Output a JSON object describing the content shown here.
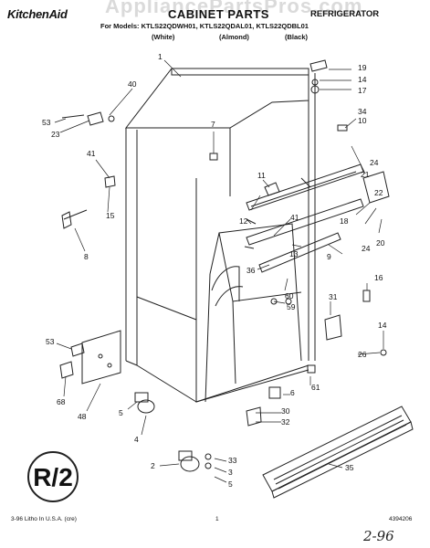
{
  "header": {
    "watermark": "AppliancePartsPros.com",
    "brand": "KitchenAid",
    "title": "CABINET PARTS",
    "appliance": "REFRIGERATOR",
    "models_line": "For Models: KTLS22QDWH01, KTLS22QDAL01, KTLS22QDBL01",
    "color_white": "(White)",
    "color_almond": "(Almond)",
    "color_black": "(Black)"
  },
  "callouts": {
    "c1": "1",
    "c19": "19",
    "c14a": "14",
    "c17": "17",
    "c40": "40",
    "c34": "34",
    "c10": "10",
    "c53a": "53",
    "c23": "23",
    "c7": "7",
    "c41a": "41",
    "c24a": "24",
    "c21": "21",
    "c11": "11",
    "c15": "15",
    "c22": "22",
    "c12": "12",
    "c41b": "41",
    "c18": "18",
    "c24b": "24",
    "c20": "20",
    "c8": "8",
    "c13": "13",
    "c9": "9",
    "c36": "36",
    "c16": "16",
    "c60": "60",
    "c59": "59",
    "c31": "31",
    "c14b": "14",
    "c53b": "53",
    "c26": "26",
    "c61": "61",
    "c68": "68",
    "c48": "48",
    "c6": "6",
    "c5a": "5",
    "c30": "30",
    "c32": "32",
    "c4": "4",
    "c2": "2",
    "c33": "33",
    "c3": "3",
    "c5b": "5",
    "c35": "35"
  },
  "footer": {
    "litho": "3-96 Litho In U.S.A. (cre)",
    "page": "1",
    "part_no": "4394206",
    "handwritten": "2-96"
  }
}
